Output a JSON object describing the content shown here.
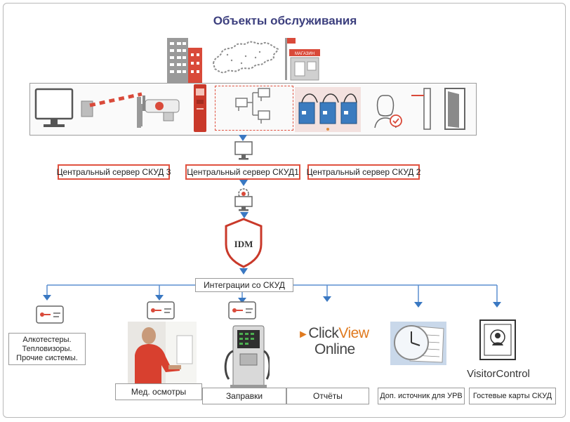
{
  "title": "Объекты обслуживания",
  "servers": {
    "left": "Центральный сервер СКУД 3",
    "center": "Центральный сервер СКУД1",
    "right": "Центральный сервер СКУД 2"
  },
  "idm_label": "IDM",
  "integration_label": "Интеграции со СКУД",
  "bottom": {
    "alco_lines": [
      "Алкотестеры.",
      "Тепловизоры.",
      "Прочие системы."
    ],
    "med": "Мед. осмотры",
    "fuel": "Заправки",
    "reports": "Отчёты",
    "urv": "Доп. источник для УРВ",
    "guest": "Гостевые карты СКУД"
  },
  "clickview": {
    "click": "Click",
    "view": "View",
    "online": "Online"
  },
  "visitorcontrol": "VisitorControl",
  "store_sign": "МАГАЗИН",
  "colors": {
    "accent": "#e0513f",
    "arrow": "#3a78c2",
    "line": "#5b8fd0",
    "title": "#3c3f7e"
  },
  "icons": [
    "office-building-icon",
    "russia-map-icon",
    "store-icon",
    "monitor-icon",
    "barrier-icon",
    "camera-icon",
    "terminal-icon",
    "network-icon",
    "controllers-icon",
    "face-id-icon",
    "turnstile-icon",
    "door-icon",
    "server-icon",
    "settings-server-icon",
    "idm-shield-icon",
    "card-icon",
    "fuel-station-icon",
    "clock-icon",
    "visitor-icon"
  ]
}
